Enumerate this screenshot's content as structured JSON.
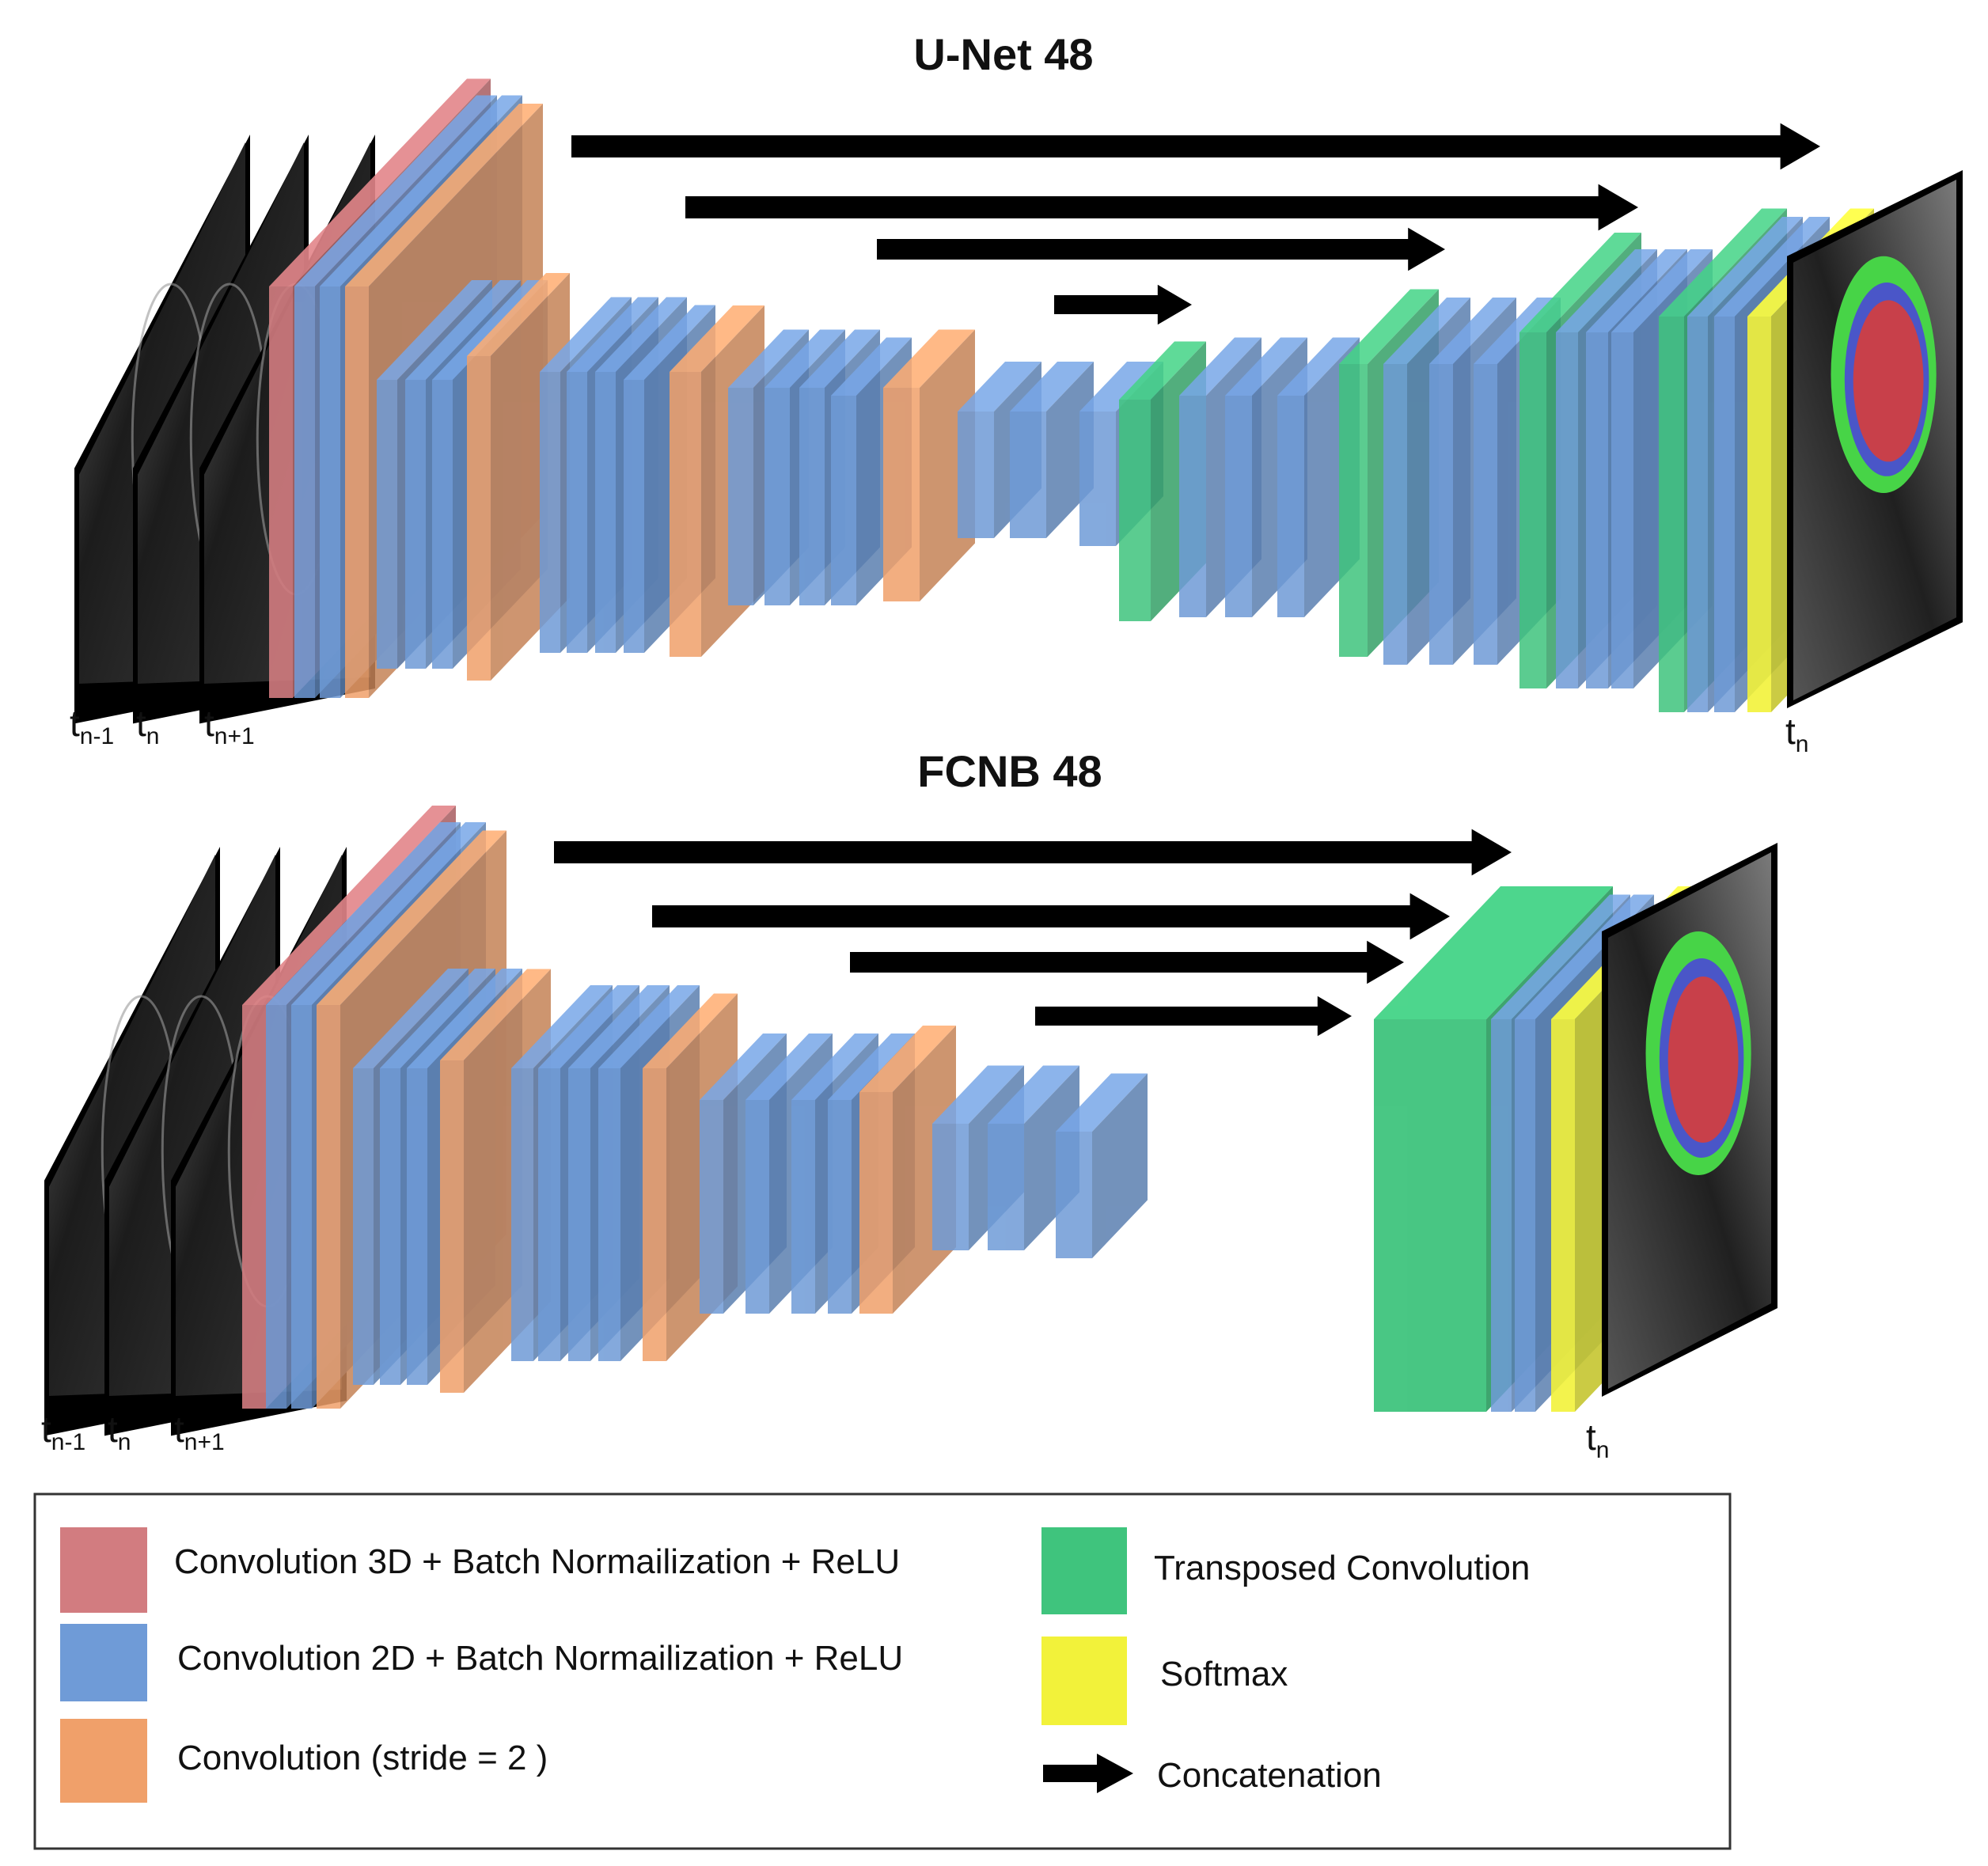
{
  "unet": {
    "title": "U-Net 48",
    "input_labels": [
      {
        "base": "t",
        "sub": "n-1"
      },
      {
        "base": "t",
        "sub": "n"
      },
      {
        "base": "t",
        "sub": "n+1"
      }
    ],
    "output_label": {
      "base": "t",
      "sub": "n"
    }
  },
  "fcnb": {
    "title": "FCNB 48",
    "input_labels": [
      {
        "base": "t",
        "sub": "n-1"
      },
      {
        "base": "t",
        "sub": "n"
      },
      {
        "base": "t",
        "sub": "n+1"
      }
    ],
    "output_label": {
      "base": "t",
      "sub": "n"
    }
  },
  "legend": {
    "conv3d": "Convolution 3D + Batch Normailization + ReLU",
    "conv2d": "Convolution 2D + Batch Normailization + ReLU",
    "convstride": "Convolution (stride = 2 )",
    "transposed": "Transposed Convolution",
    "softmax": "Softmax",
    "concat": "Concatenation"
  },
  "colors": {
    "conv3d": "#d27c80",
    "conv2d": "#6f9bd7",
    "convstride": "#f0a06a",
    "transposed": "#3fc47d",
    "softmax": "#f2f23a",
    "arrow": "#000000",
    "scan": "#1a1a1a"
  }
}
